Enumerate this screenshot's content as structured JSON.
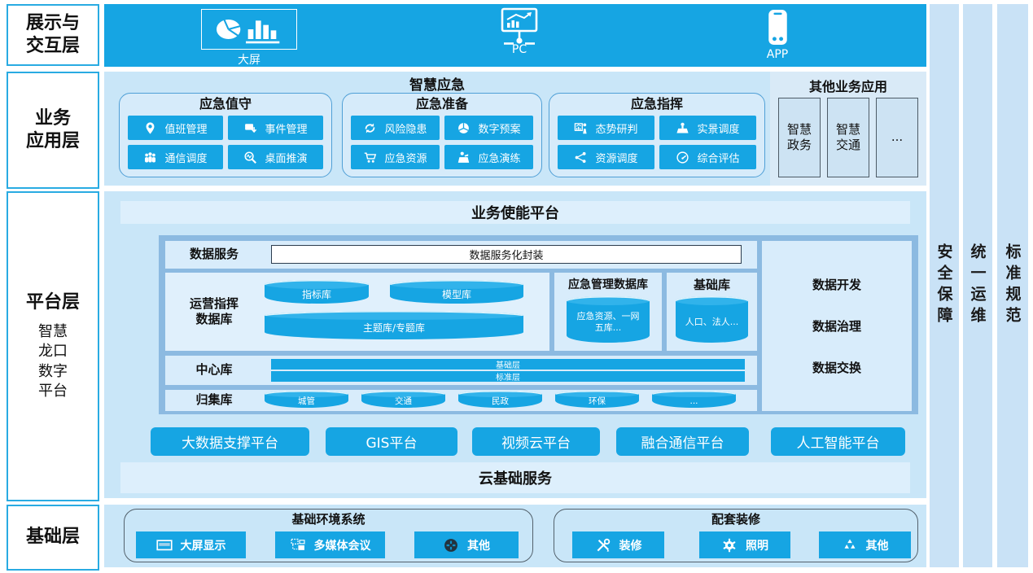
{
  "colors": {
    "accent_blue": "#16a5e3",
    "band_light_blue": "#c9e6f8",
    "panel_medium_blue": "#8cbae1",
    "panel_inner_blue": "#d8ecfb",
    "left_label_border": "#29abe2"
  },
  "left_labels": [
    {
      "title": "展示与\n交互层"
    },
    {
      "title": "业务\n应用层"
    },
    {
      "title": "平台层",
      "subtitle": "智慧\n龙口\n数字\n平台"
    },
    {
      "title": "基础层"
    }
  ],
  "side_bars": [
    {
      "label": "安全保障"
    },
    {
      "label": "统一运维"
    },
    {
      "label": "标准规范"
    }
  ],
  "display_layer": {
    "devices": [
      {
        "label": "大屏",
        "icon": "bigscreen-icon"
      },
      {
        "label": "PC",
        "icon": "monitor-icon"
      },
      {
        "label": "APP",
        "icon": "phone-icon"
      }
    ]
  },
  "business_layer": {
    "title": "智慧应急",
    "groups": [
      {
        "title": "应急值守",
        "items": [
          {
            "label": "值班管理",
            "icon": "pin-icon"
          },
          {
            "label": "事件管理",
            "icon": "window-arrow-icon"
          },
          {
            "label": "通信调度",
            "icon": "people-icon"
          },
          {
            "label": "桌面推演",
            "icon": "magnifier-icon"
          }
        ]
      },
      {
        "title": "应急准备",
        "items": [
          {
            "label": "风险隐患",
            "icon": "refresh-icon"
          },
          {
            "label": "数字预案",
            "icon": "pie-icon"
          },
          {
            "label": "应急资源",
            "icon": "cart-icon"
          },
          {
            "label": "应急演练",
            "icon": "podium-icon"
          }
        ]
      },
      {
        "title": "应急指挥",
        "items": [
          {
            "label": "态势研判",
            "icon": "chart-person-icon"
          },
          {
            "label": "实景调度",
            "icon": "rostrum-icon"
          },
          {
            "label": "资源调度",
            "icon": "share-icon"
          },
          {
            "label": "综合评估",
            "icon": "gauge-icon"
          }
        ]
      }
    ],
    "other_apps": {
      "title": "其他业务应用",
      "items": [
        {
          "label": "智慧\n政务"
        },
        {
          "label": "智慧\n交通"
        },
        {
          "label": "..."
        }
      ]
    }
  },
  "platform_layer": {
    "enable_title": "业务使能平台",
    "data_service": {
      "label": "数据服务",
      "capsule": "数据服务化封装"
    },
    "operation_db": {
      "label": "运营指挥\n数据库",
      "cylinders": [
        {
          "label": "指标库"
        },
        {
          "label": "模型库"
        }
      ],
      "wide_cylinder": "主题库/专题库"
    },
    "emergency_db": {
      "title": "应急管理数据库",
      "cylinder": "应急资源、一网\n五库..."
    },
    "base_db": {
      "title": "基础库",
      "cylinder": "人口、法人..."
    },
    "data_ops": [
      {
        "label": "数据开发"
      },
      {
        "label": "数据治理"
      },
      {
        "label": "数据交换"
      }
    ],
    "center_db": {
      "label": "中心库",
      "layers": [
        {
          "label": "基础层"
        },
        {
          "label": "标准层"
        }
      ]
    },
    "collection_db": {
      "label": "归集库",
      "cylinders": [
        {
          "label": "城管"
        },
        {
          "label": "交通"
        },
        {
          "label": "民政"
        },
        {
          "label": "环保"
        },
        {
          "label": "..."
        }
      ]
    },
    "support_platforms": [
      {
        "label": "大数据支撑平台"
      },
      {
        "label": "GIS平台"
      },
      {
        "label": "视频云平台"
      },
      {
        "label": "融合通信平台"
      },
      {
        "label": "人工智能平台"
      }
    ],
    "cloud_bar": "云基础服务"
  },
  "foundation_layer": {
    "groups": [
      {
        "title": "基础环境系统",
        "items": [
          {
            "label": "大屏显示",
            "icon": "screen-icon"
          },
          {
            "label": "多媒体会议",
            "icon": "multimedia-icon"
          },
          {
            "label": "其他",
            "icon": "disc-icon"
          }
        ]
      },
      {
        "title": "配套装修",
        "items": [
          {
            "label": "装修",
            "icon": "tools-icon"
          },
          {
            "label": "照明",
            "icon": "gear-icon"
          },
          {
            "label": "其他",
            "icon": "recycle-icon"
          }
        ]
      }
    ]
  }
}
